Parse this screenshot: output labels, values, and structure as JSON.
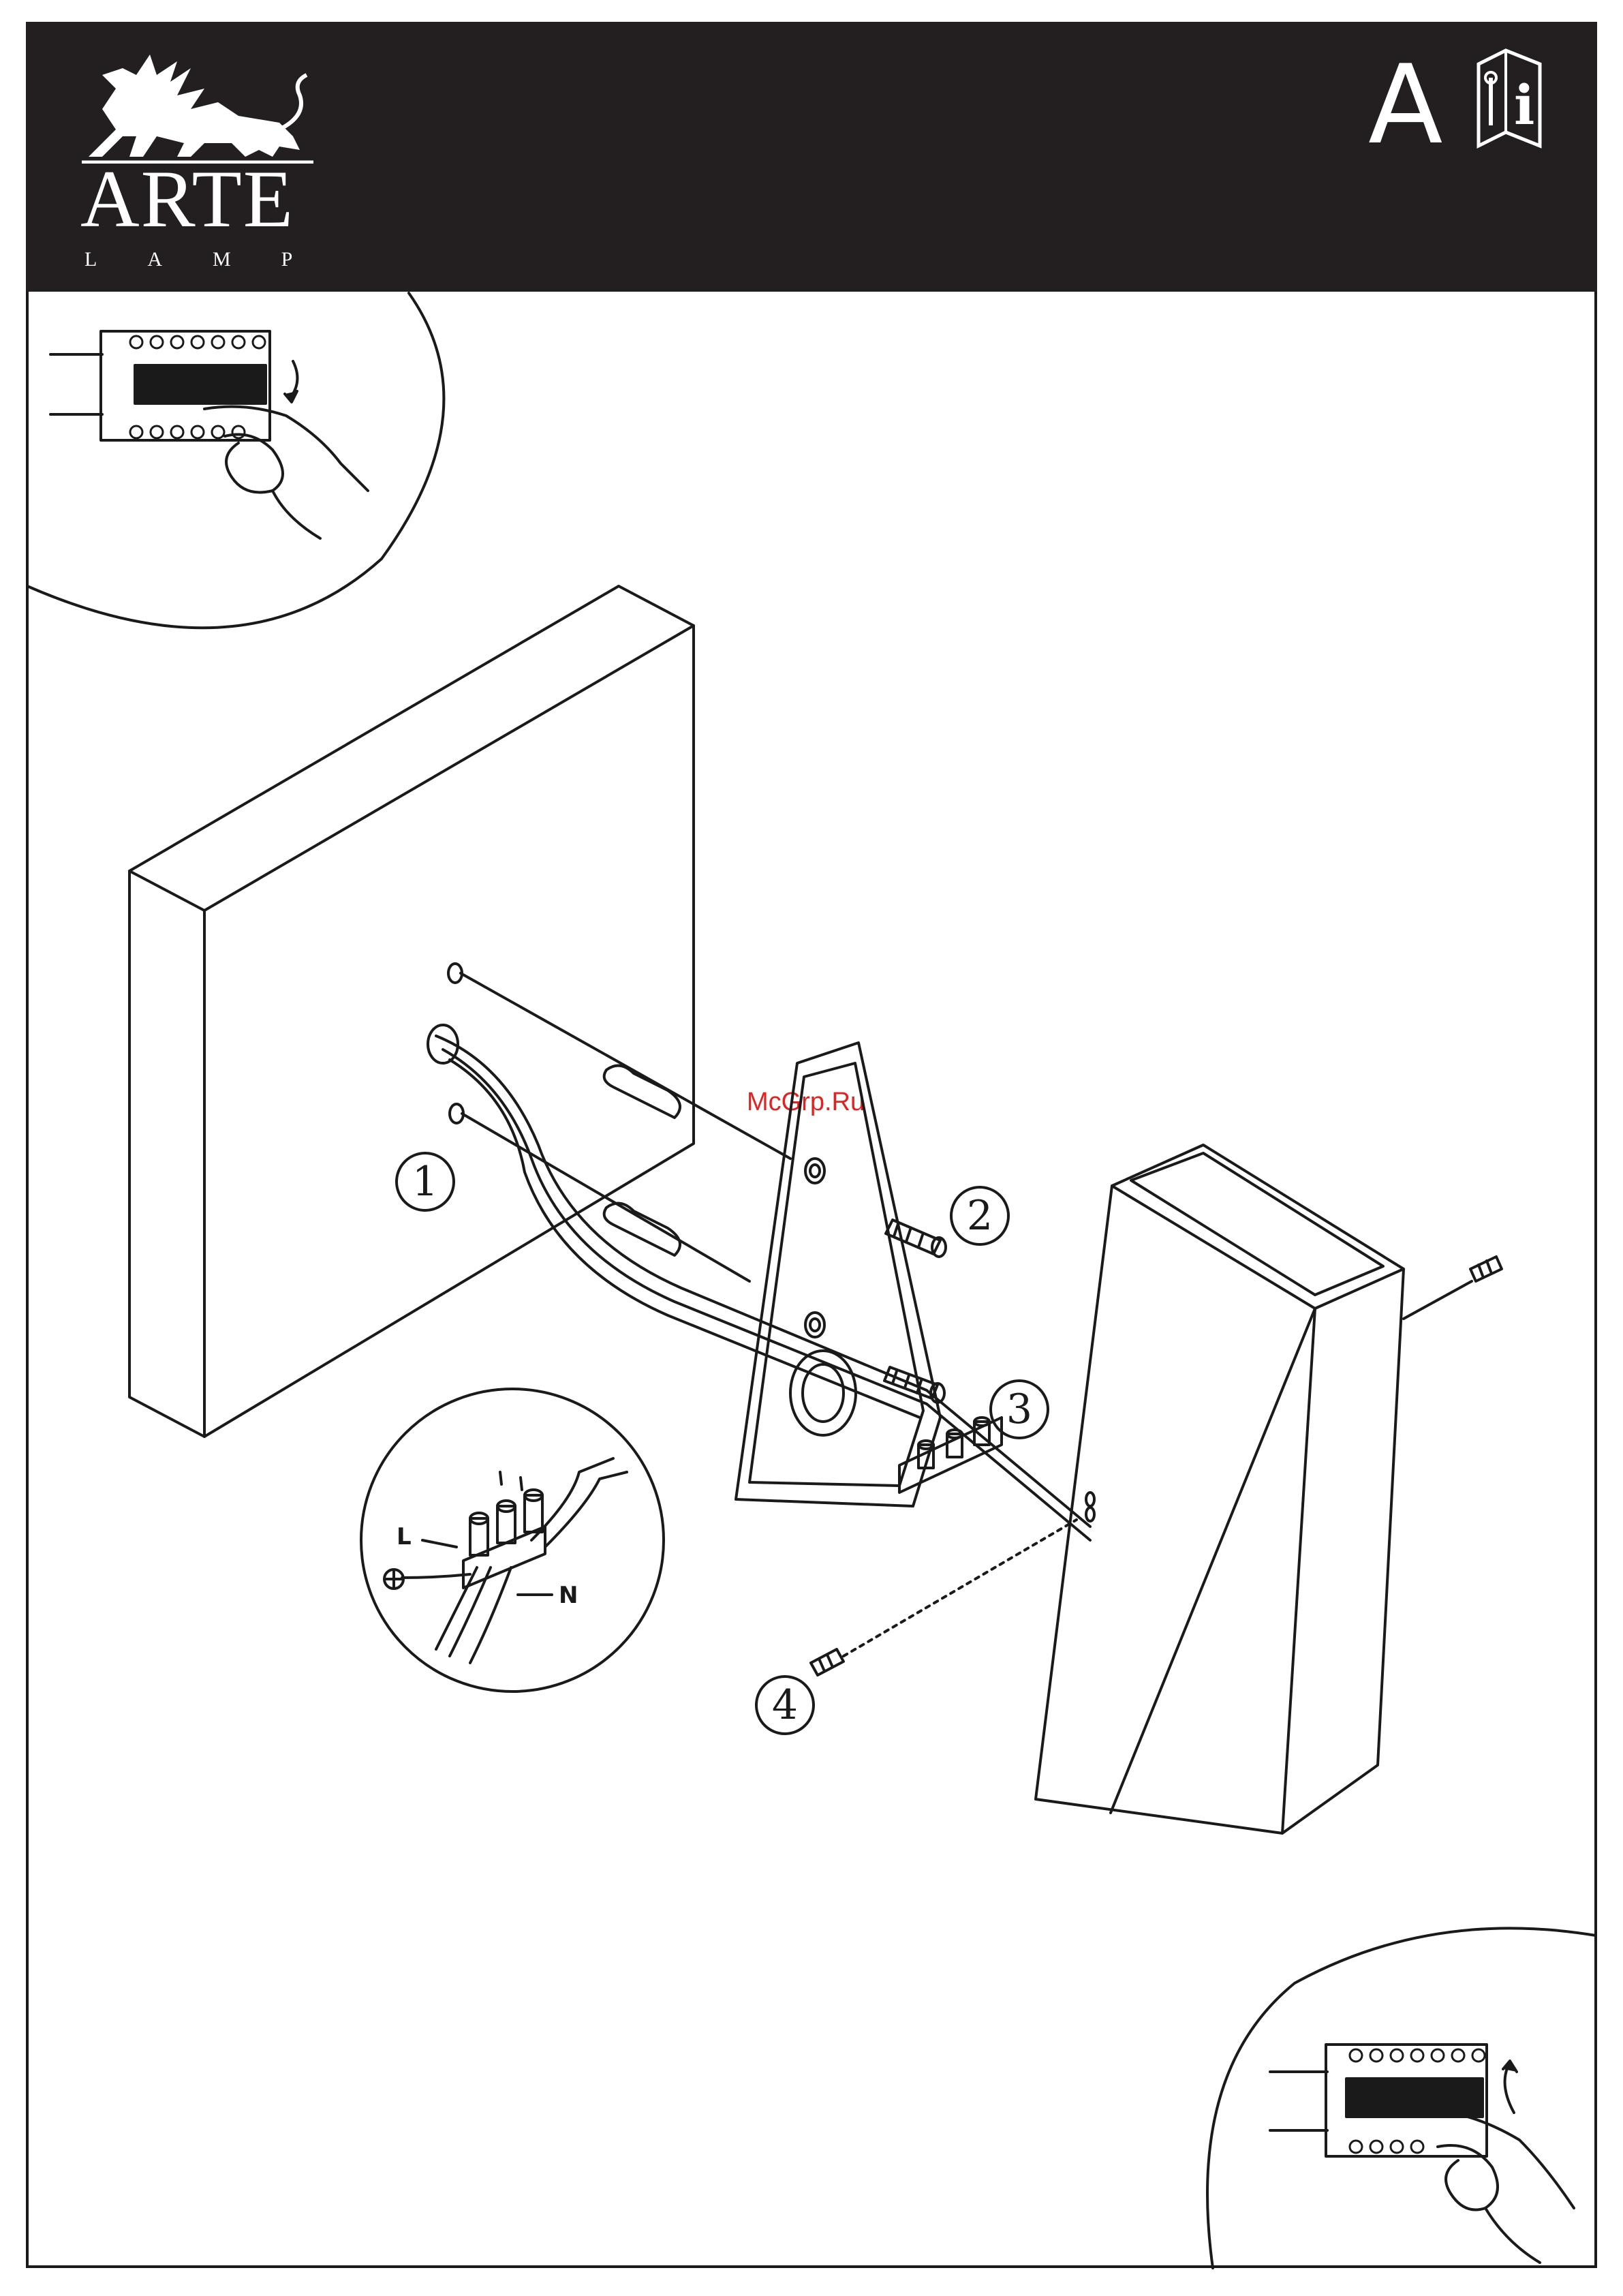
{
  "header": {
    "brand_name": "ARTE",
    "brand_sub": "LAMP",
    "section_letter": "A",
    "manual_icon": "manual-tools-icon",
    "logo_icon": "griffin-logo-icon"
  },
  "watermark": "McGrp.Ru",
  "steps": [
    "1",
    "2",
    "3",
    "4"
  ],
  "wiring": {
    "live_label": "L",
    "neutral_label": "N",
    "earth_icon": "earth-ground-icon"
  },
  "details": {
    "top_left": "breaker-switch-off-icon",
    "bottom_right": "breaker-switch-on-icon"
  },
  "colors": {
    "header_bg": "#231f20",
    "ink": "#1a1a1a",
    "watermark": "#e3221f"
  }
}
